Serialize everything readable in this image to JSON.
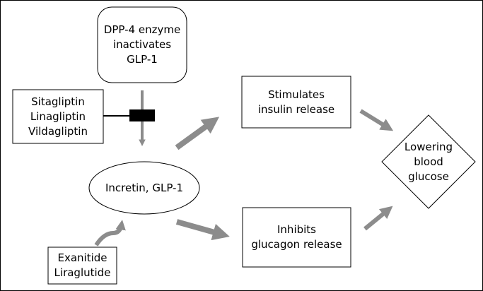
{
  "dpp4_box": {
    "lines": [
      "DPP-4 enzyme",
      "inactivates",
      "GLP-1"
    ]
  },
  "inhibitors_box": {
    "lines": [
      "Sitagliptin",
      "Linagliptin",
      "Vildagliptin"
    ]
  },
  "incretin": {
    "label": "Incretin, GLP-1"
  },
  "agonists_box": {
    "lines": [
      "Exanitide",
      "Liraglutide"
    ]
  },
  "insulin_box": {
    "lines": [
      "Stimulates",
      "insulin release"
    ]
  },
  "glucagon_box": {
    "lines": [
      "Inhibits",
      "glucagon release"
    ]
  },
  "outcome": {
    "lines": [
      "Lowering",
      "blood",
      "glucose"
    ]
  },
  "colors": {
    "arrow": "#8c8c8c",
    "outline": "#000000",
    "blocker": "#000000"
  }
}
